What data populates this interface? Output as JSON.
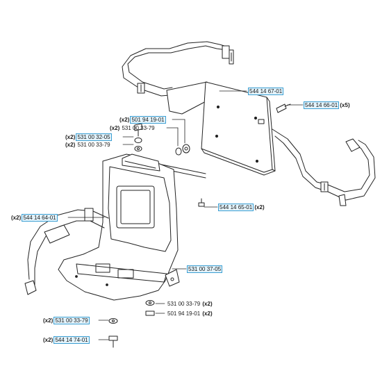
{
  "accent_color": "#3a9ed2",
  "labels": [
    {
      "id": "l-544-14-67-01",
      "part": "544 14 67-01",
      "qty": "",
      "linked": true
    },
    {
      "id": "l-544-14-66-01",
      "part": "544 14 66-01",
      "qty": "(x5)",
      "linked": true
    },
    {
      "id": "l-501-94-19-01-top",
      "part": "501 94 19-01",
      "qty": "(x2)",
      "linked": true
    },
    {
      "id": "l-531-00-33-79-top",
      "part": "531 00 33-79",
      "qty": "(x2)",
      "linked": false
    },
    {
      "id": "l-531-00-32-05",
      "part": "531 00 32-05",
      "qty": "(x2)",
      "linked": true
    },
    {
      "id": "l-531-00-33-79-mid",
      "part": "531 00 33-79",
      "qty": "(x2)",
      "linked": false
    },
    {
      "id": "l-544-14-64-01",
      "part": "544 14 64-01",
      "qty": "(x2)",
      "linked": true
    },
    {
      "id": "l-544-14-65-01",
      "part": "544 14 65-01",
      "qty": "(x2)",
      "linked": true
    },
    {
      "id": "l-531-00-37-05",
      "part": "531 00 37-05",
      "qty": "",
      "linked": true
    },
    {
      "id": "l-531-00-33-79-right",
      "part": "531 00 33-79",
      "qty": "(x2)",
      "linked": false
    },
    {
      "id": "l-501-94-19-01-bottom",
      "part": "501 94 19-01",
      "qty": "(x2)",
      "linked": false
    },
    {
      "id": "l-531-00-33-79-left",
      "part": "531 00 33-79",
      "qty": "(x2)",
      "linked": true
    },
    {
      "id": "l-544-14-74-01",
      "part": "544 14 74-01",
      "qty": "(x2)",
      "linked": true
    }
  ]
}
